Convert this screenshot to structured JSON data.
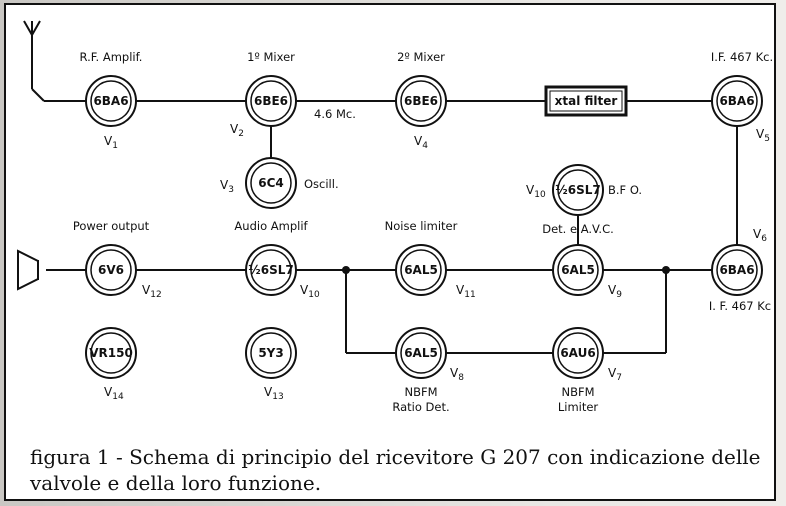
{
  "tubes": [
    {
      "id": "v1",
      "type": "6BA6",
      "function": "R.F. Amplif.",
      "v": "V",
      "n": "1"
    },
    {
      "id": "v2",
      "type": "6BE6",
      "function": "1º Mixer",
      "v": "V",
      "n": "2"
    },
    {
      "id": "v3",
      "type": "6C4",
      "function": "Oscill.",
      "v": "V",
      "n": "3"
    },
    {
      "id": "v4",
      "type": "6BE6",
      "function": "2º Mixer",
      "v": "V",
      "n": "4"
    },
    {
      "id": "v5",
      "type": "6BA6",
      "function": "I.F. 467 Kc.",
      "v": "V",
      "n": "5"
    },
    {
      "id": "v6",
      "type": "6BA6",
      "function": "I. F. 467 Kc",
      "v": "V",
      "n": "6"
    },
    {
      "id": "v7",
      "type": "6AU6",
      "function": "NBFM",
      "function2": "Limiter",
      "v": "V",
      "n": "7"
    },
    {
      "id": "v8",
      "type": "6AL5",
      "function": "NBFM",
      "function2": "Ratio Det.",
      "v": "V",
      "n": "8"
    },
    {
      "id": "v9",
      "type": "6AL5",
      "function": "Det. e A.V.C.",
      "v": "V",
      "n": "9"
    },
    {
      "id": "v10",
      "type": "½6SL7",
      "function": "B.F O.",
      "v": "V",
      "n": "10"
    },
    {
      "id": "v10b",
      "type": "½6SL7",
      "function": "Audio Amplif",
      "v": "V",
      "n": "10"
    },
    {
      "id": "v11",
      "type": "6AL5",
      "function": "Noise limiter",
      "v": "V",
      "n": "11"
    },
    {
      "id": "v12",
      "type": "6V6",
      "function": "Power output",
      "v": "V",
      "n": "12"
    },
    {
      "id": "v13",
      "type": "5Y3",
      "function": "",
      "v": "V",
      "n": "13"
    },
    {
      "id": "v14",
      "type": "VR150",
      "function": "",
      "v": "V",
      "n": "14"
    }
  ],
  "xtal_filter_label": "xtal filter",
  "mixer_frequency_label": "4.6 Mc.",
  "caption": "figura 1 - Schema di principio del ricevitore G 207 con indicazione delle valvole e della loro funzione."
}
